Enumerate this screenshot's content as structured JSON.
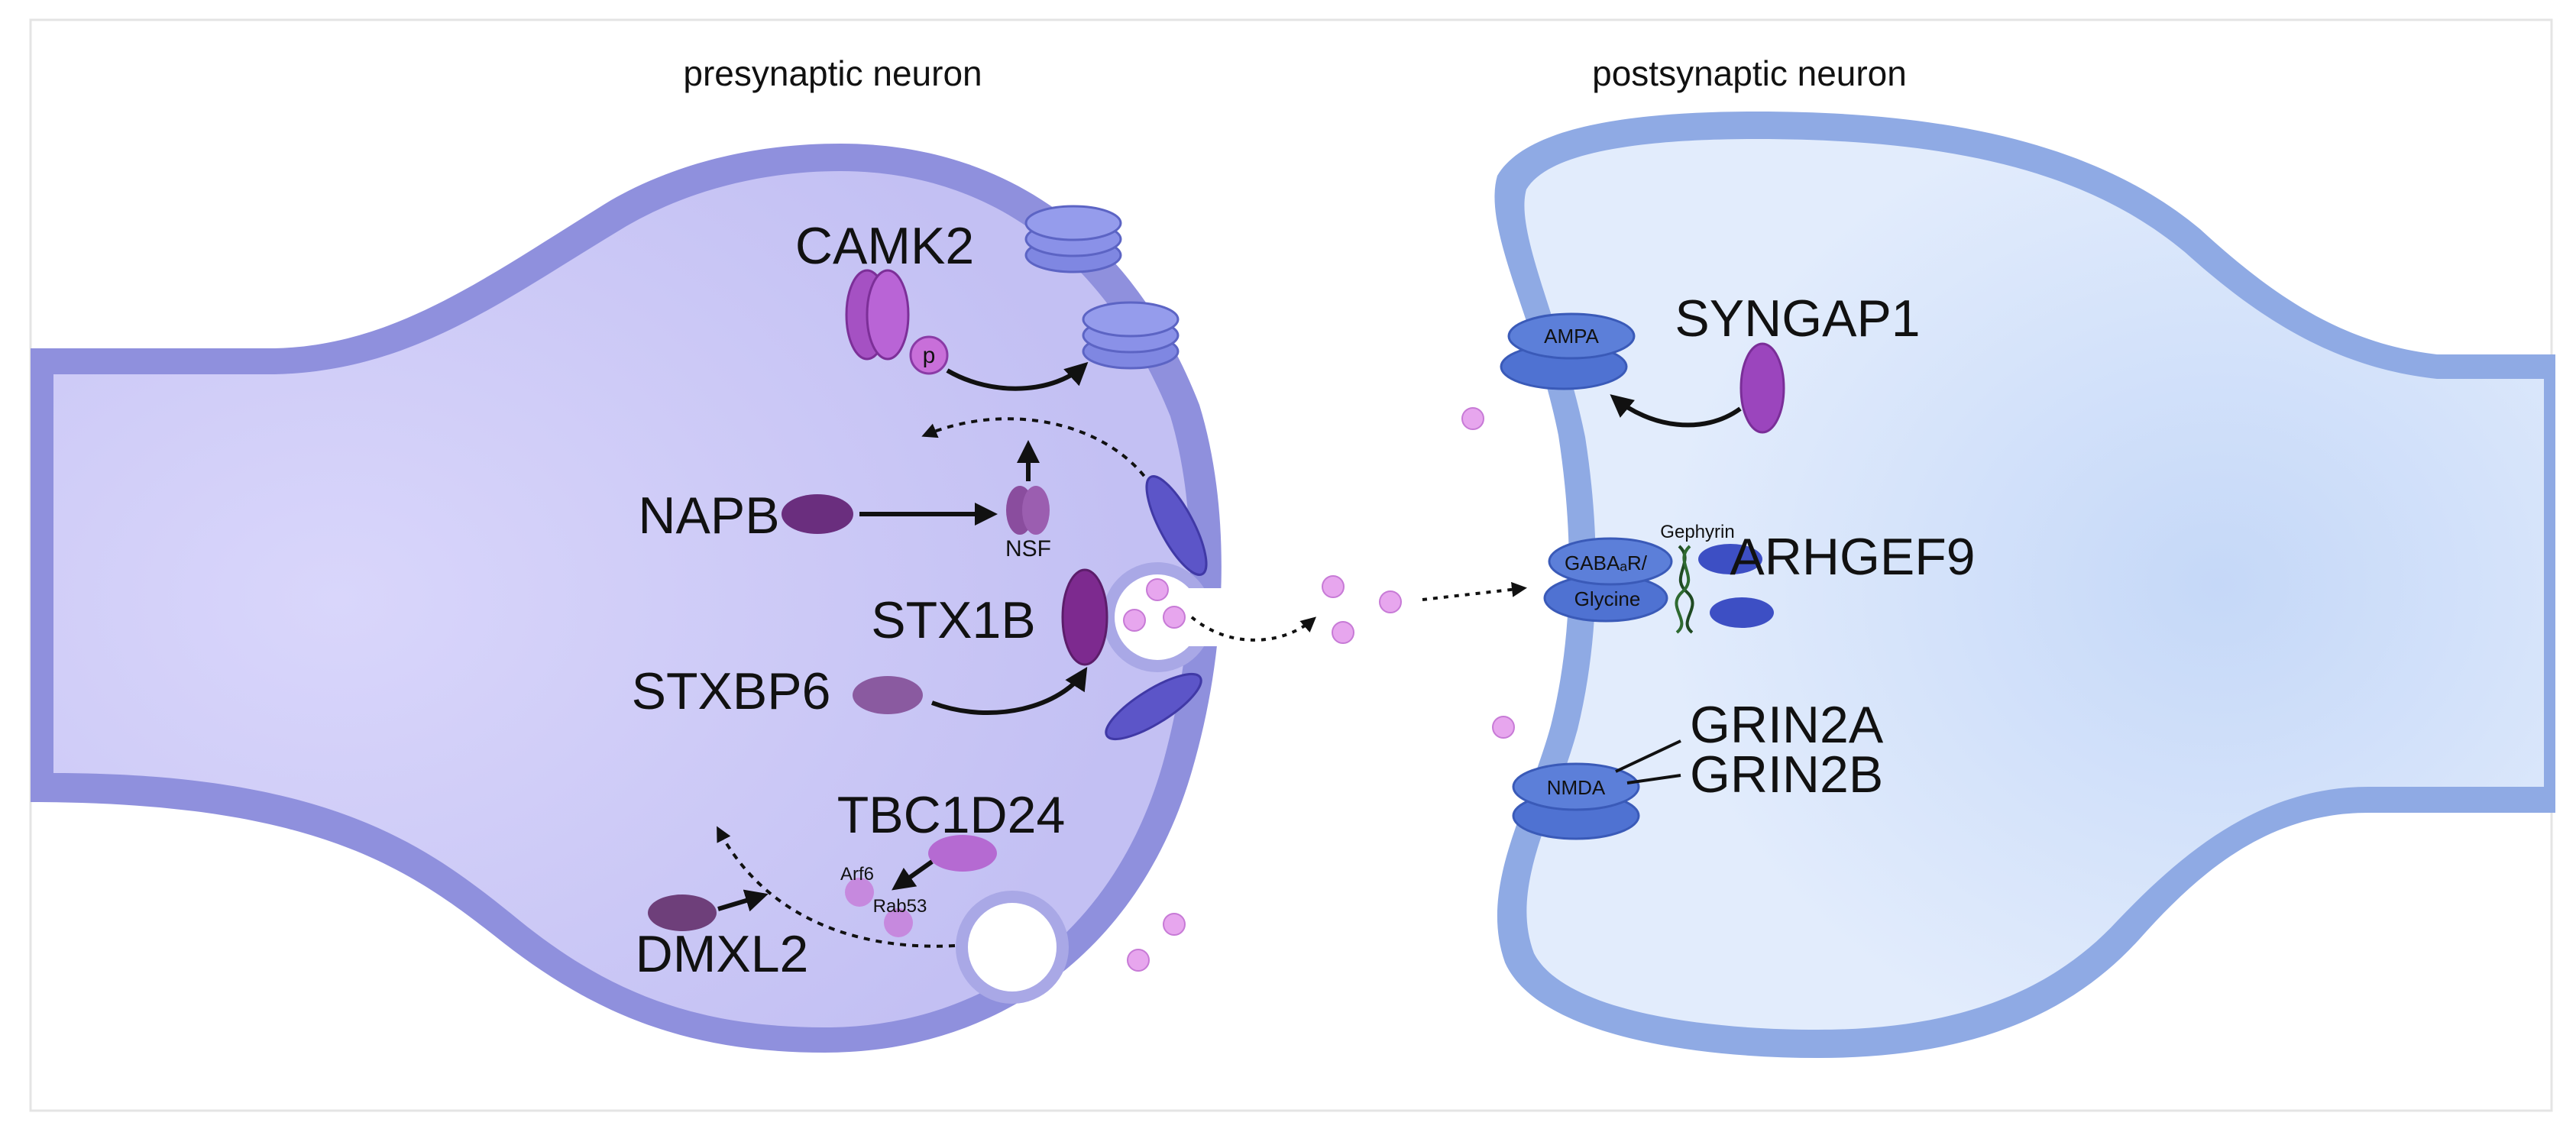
{
  "figure": {
    "regions": {
      "presynaptic_title": "presynaptic neuron",
      "postsynaptic_title": "postsynaptic neuron"
    },
    "presynaptic": {
      "camk2": "CAMK2",
      "phospho": "p",
      "napb": "NAPB",
      "nsf": "NSF",
      "stx1b": "STX1B",
      "stxbp6": "STXBP6",
      "tbc1d24": "TBC1D24",
      "arf6": "Arf6",
      "rab53": "Rab53",
      "dmxl2": "DMXL2"
    },
    "postsynaptic": {
      "syngap1": "SYNGAP1",
      "ampa": "AMPA",
      "gephyrin": "Gephyrin",
      "arhgef9": "ARHGEF9",
      "gabaa_line1": "GABAₐR/",
      "gabaa_line2": "Glycine",
      "grin2a": "GRIN2A",
      "grin2b": "GRIN2B",
      "nmda": "NMDA"
    },
    "colors": {
      "presynaptic_membrane": "#8f90dd",
      "presynaptic_fill": "#c9c8f6",
      "postsynaptic_membrane": "#8faae4",
      "postsynaptic_fill": "#dbe7fb",
      "receptor_blue": "#5c7fd9",
      "protein_purple": "#9b45bd",
      "dark_purple": "#6a2e7e",
      "vesicle_pink": "#e7a6ee"
    }
  }
}
